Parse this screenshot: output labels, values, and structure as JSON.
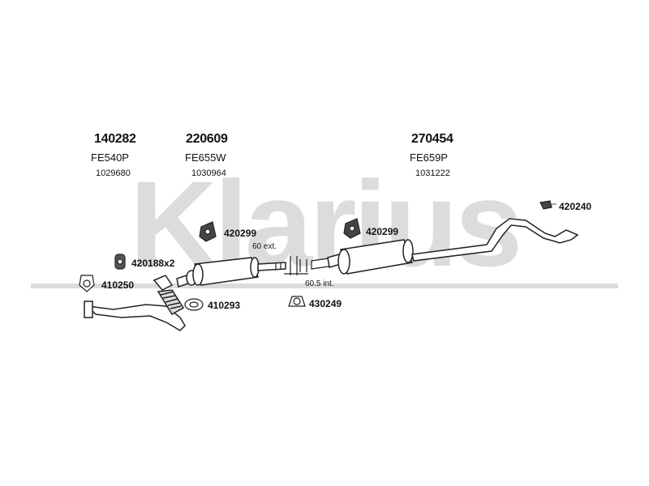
{
  "watermark": {
    "text": "Klarius",
    "color": "#dcdcdc"
  },
  "parts": [
    {
      "part_number": "140282",
      "code": "FE540P",
      "ref": "1029680"
    },
    {
      "part_number": "220609",
      "code": "FE655W",
      "ref": "1030964"
    },
    {
      "part_number": "270454",
      "code": "FE659P",
      "ref": "1031222"
    }
  ],
  "callouts": {
    "rubber_mount_front": "420299",
    "rubber_mount_rear": "420299",
    "hanger_pair": "420188x2",
    "gasket_front": "410250",
    "gasket_mid": "410293",
    "clamp": "430249",
    "rear_bracket": "420240"
  },
  "notes": {
    "ext_length": "60 ext.",
    "int_length": "60.5 int."
  },
  "colors": {
    "line": "#222222",
    "fill": "#ffffff",
    "watermark": "#dcdcdc"
  }
}
